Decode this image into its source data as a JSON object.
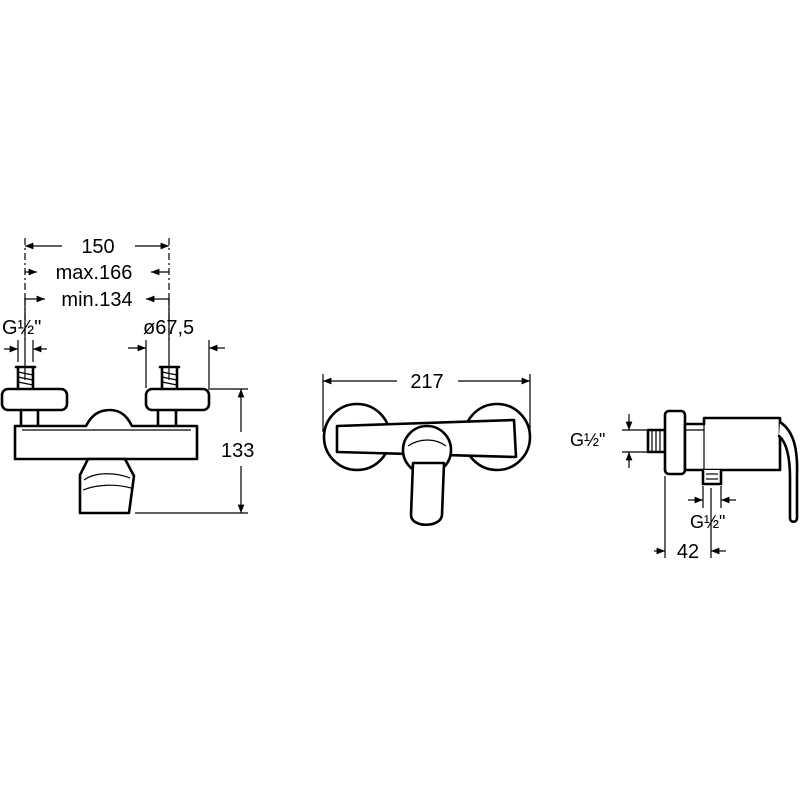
{
  "front_view": {
    "dim_150": "150",
    "dim_max": "max.166",
    "dim_min": "min.134",
    "thread_left": "G½\"",
    "dim_diameter": "ø67,5",
    "dim_height": "133"
  },
  "top_view": {
    "dim_width": "217"
  },
  "side_view": {
    "thread_top": "G½\"",
    "thread_bottom": "G½\"",
    "dim_depth": "42"
  }
}
